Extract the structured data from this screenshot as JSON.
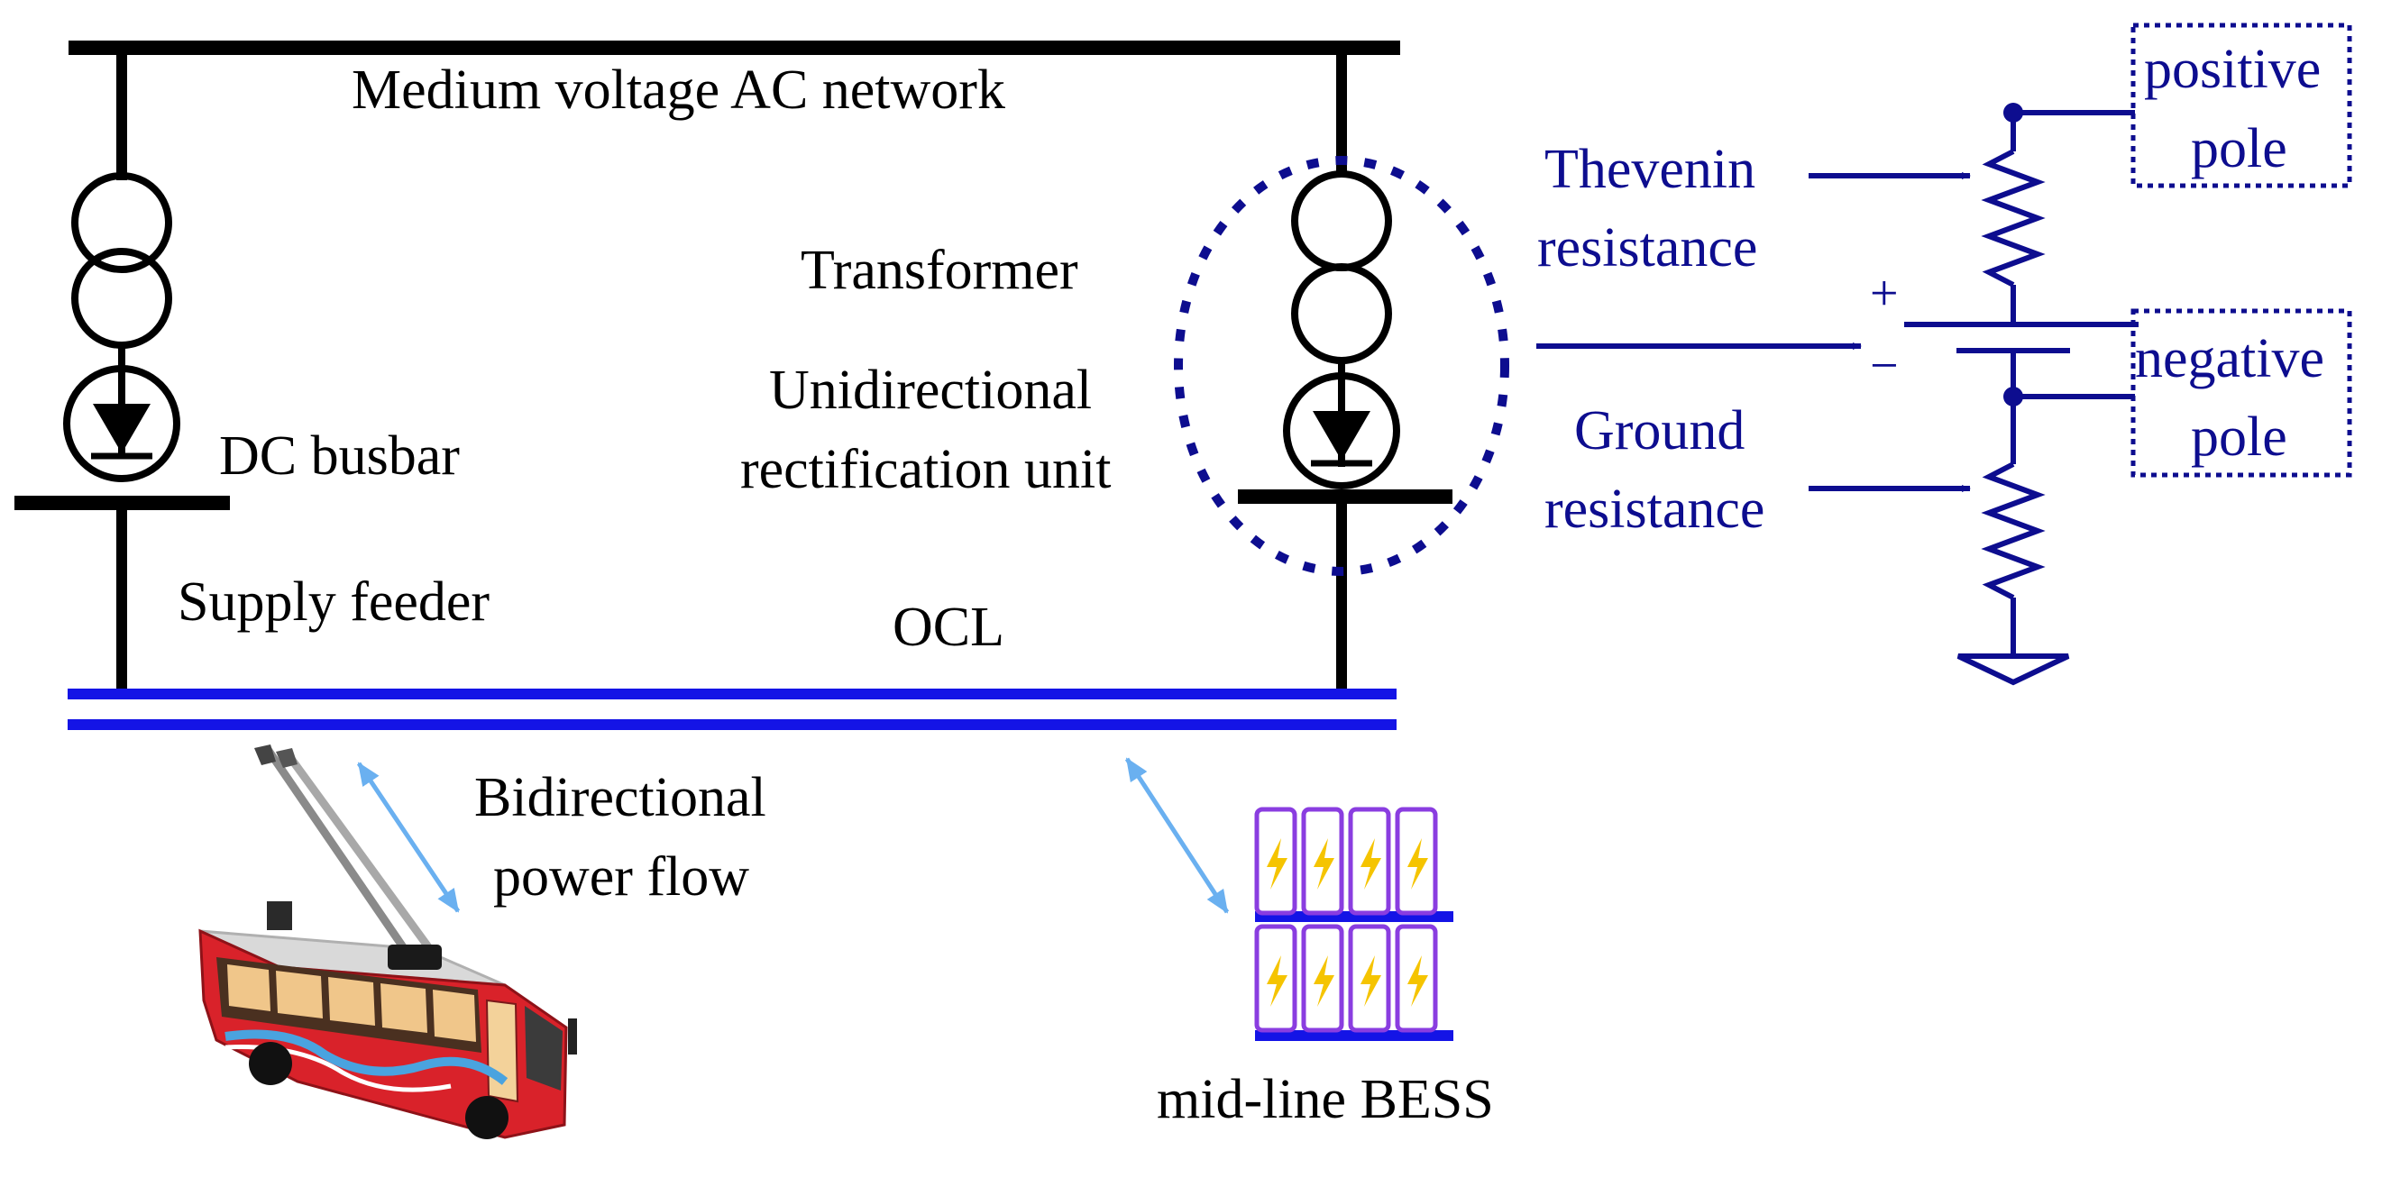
{
  "labels": {
    "network": "Medium voltage AC network",
    "transformer": "Transformer",
    "rectifier_line1": "Unidirectional",
    "rectifier_line2": "rectification unit",
    "dc_busbar": "DC busbar",
    "supply_feeder": "Supply feeder",
    "ocl": "OCL",
    "power_flow_line1": "Bidirectional",
    "power_flow_line2": "power flow",
    "bess": "mid-line BESS",
    "thevenin_line1": "Thevenin",
    "thevenin_line2": "resistance",
    "ground_line1": "Ground",
    "ground_line2": "resistance",
    "positive_line1": "positive",
    "positive_line2": "pole",
    "negative_line1": "negative",
    "negative_line2": "pole",
    "plus_sign": "+",
    "minus_sign": "−"
  },
  "colors": {
    "line": "#000000",
    "ocl": "#1414e6",
    "equivalent_circuit": "#0d0d8f",
    "power_flow_arrow": "#6ab0f0",
    "bess_frame": "#8a3de0",
    "bess_bolt": "#f5c400",
    "trolleybus_body": "#d9222a"
  },
  "icons": {
    "vehicle": "trolleybus-icon",
    "storage": "battery-pack-icon"
  }
}
